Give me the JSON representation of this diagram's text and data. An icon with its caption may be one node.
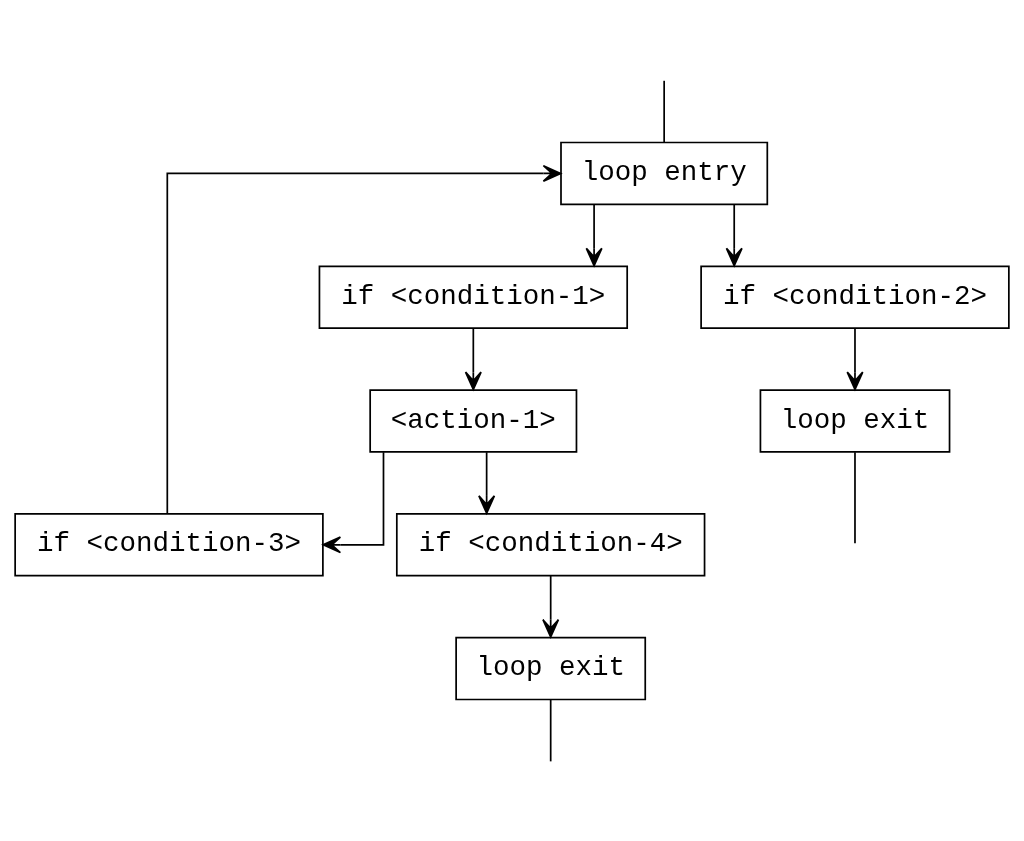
{
  "diagram": {
    "nodes": [
      {
        "text": [
          "loop entry"
        ]
      },
      {
        "text": [
          "if <condition-1>"
        ]
      },
      {
        "text": [
          "if <condition-2>"
        ]
      },
      {
        "text": [
          "<action-1>"
        ]
      },
      {
        "text": [
          "loop exit"
        ]
      },
      {
        "text": [
          "if <condition-3>"
        ]
      },
      {
        "text": [
          "if <condition-4>"
        ]
      },
      {
        "text": [
          "loop exit"
        ]
      }
    ],
    "edges": [
      {
        "from": null,
        "to": 0,
        "arrow": "none"
      },
      {
        "from": 0,
        "to": 1,
        "arrow": "to"
      },
      {
        "from": 0,
        "to": 2,
        "arrow": "to"
      },
      {
        "from": 1,
        "to": 3,
        "arrow": "to"
      },
      {
        "from": 2,
        "to": 4,
        "arrow": "to"
      },
      {
        "from": 4,
        "to": null,
        "arrow": "none"
      },
      {
        "from": 3,
        "to": 5,
        "arrow": "to"
      },
      {
        "from": 3,
        "to": 6,
        "arrow": "to"
      },
      {
        "from": 5,
        "to": 0,
        "arrow": "to"
      },
      {
        "from": 6,
        "to": 7,
        "arrow": "to"
      },
      {
        "from": 7,
        "to": null,
        "arrow": "none"
      }
    ]
  }
}
